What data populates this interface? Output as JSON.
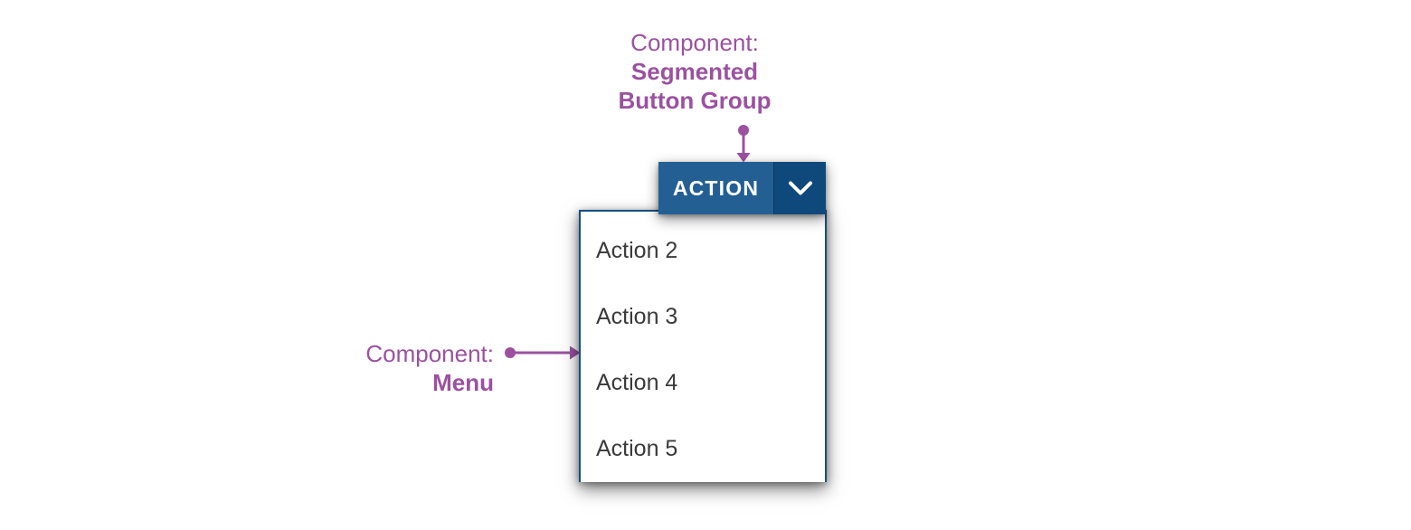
{
  "annotations": {
    "segmented_button_group": {
      "prefix": "Component:",
      "name_line1": "Segmented",
      "name_line2": "Button Group"
    },
    "menu": {
      "prefix": "Component:",
      "name": "Menu"
    }
  },
  "segmented_button_group": {
    "primary_label": "ACTION",
    "dropdown_icon": "chevron-down"
  },
  "menu": {
    "items": [
      {
        "label": "Action 2"
      },
      {
        "label": "Action 3"
      },
      {
        "label": "Action 4"
      },
      {
        "label": "Action 5"
      }
    ]
  },
  "colors": {
    "annotation_purple": "#9B51A0",
    "button_blue": "#245F94",
    "button_dark_blue": "#0F497B",
    "menu_border_blue": "#145080",
    "menu_text": "#3A3A3A"
  }
}
